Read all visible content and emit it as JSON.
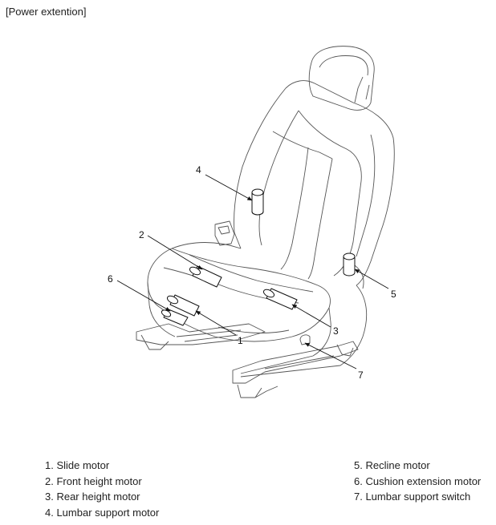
{
  "title": "[Power extention]",
  "callouts": [
    "1",
    "2",
    "3",
    "4",
    "5",
    "6",
    "7"
  ],
  "legend_left": [
    "1. Slide motor",
    "2. Front height motor",
    "3. Rear height motor",
    "4. Lumbar support motor"
  ],
  "legend_right": [
    "5. Recline motor",
    "6. Cushion extension motor",
    "7. Lumbar support switch"
  ]
}
